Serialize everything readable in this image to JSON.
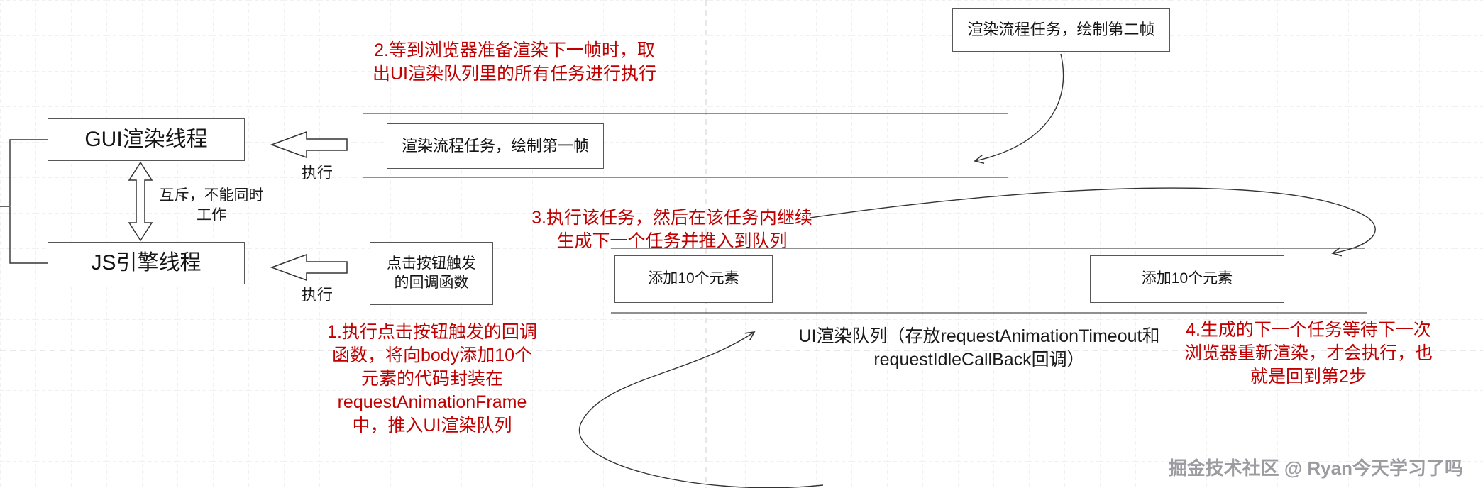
{
  "threads": {
    "gui": "GUI渲染线程",
    "js": "JS引擎线程",
    "mutex_note": "互斥，不能同时\n工作",
    "execute_label_1": "执行",
    "execute_label_2": "执行"
  },
  "tasks": {
    "frame1": "渲染流程任务，绘制第一帧",
    "frame2": "渲染流程任务，绘制第二帧",
    "click_callback": "点击按钮触发\n的回调函数",
    "add_elements_1": "添加10个元素",
    "add_elements_2": "添加10个元素"
  },
  "queue_label": "UI渲染队列（存放requestAnimationTimeout和\nrequestIdleCallBack回调）",
  "steps": {
    "step1": "1.执行点击按钮触发的回调\n函数，将向body添加10个\n元素的代码封装在\nrequestAnimationFrame\n中，推入UI渲染队列",
    "step2": "2.等到浏览器准备渲染下一帧时，取\n出UI渲染队列里的所有任务进行执行",
    "step3": "3.执行该任务，然后在该任务内继续\n生成下一个任务并推入到队列",
    "step4": "4.生成的下一个任务等待下一次\n浏览器重新渲染，才会执行，也\n就是回到第2步"
  },
  "watermark": "掘金技术社区 @ Ryan今天学习了吗",
  "colors": {
    "step_text": "#c00000",
    "box_border": "#575757",
    "grid": "#e3e3e3",
    "connector": "#333333",
    "watermark": "#9b9ba0"
  }
}
